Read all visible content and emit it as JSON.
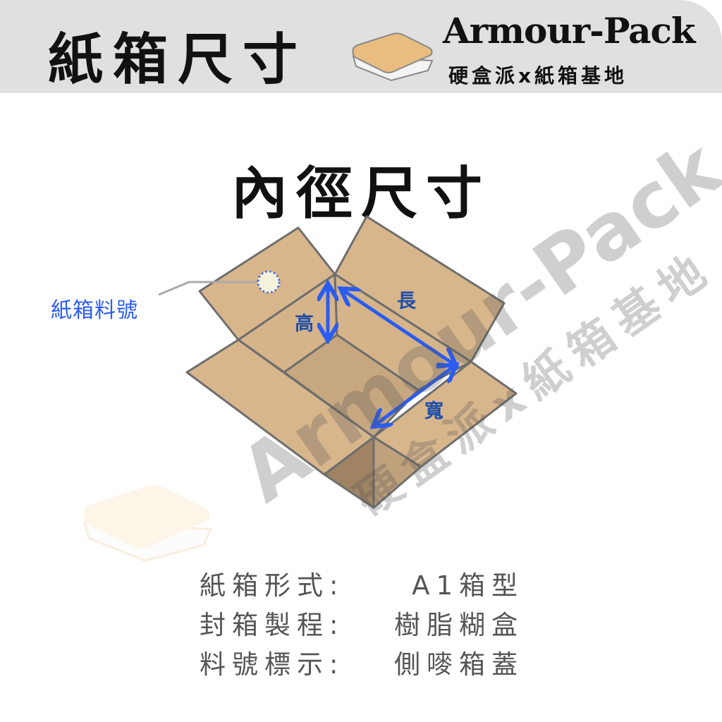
{
  "header": {
    "title": "紙箱尺寸",
    "brand_name": "Armour-Pack",
    "brand_subtitle": "硬盒派x紙箱基地"
  },
  "main_title": "內徑尺寸",
  "diagram": {
    "callout_label": "紙箱料號",
    "dimension_labels": {
      "height": "高",
      "length": "長",
      "width": "寬"
    },
    "colors": {
      "arrow": "#2b5cf0",
      "cardboard": "#d8b68c",
      "outline": "#6e6e6e",
      "marker": "#f5f3dc"
    }
  },
  "watermark": {
    "text": "Armour-Pack",
    "subtext": "硬盒派x紙箱基地"
  },
  "specs": [
    {
      "label": "紙箱形式:",
      "value": "A1箱型"
    },
    {
      "label": "封箱製程:",
      "value": "樹脂糊盒"
    },
    {
      "label": "料號標示:",
      "value": "側嘜箱蓋"
    }
  ]
}
